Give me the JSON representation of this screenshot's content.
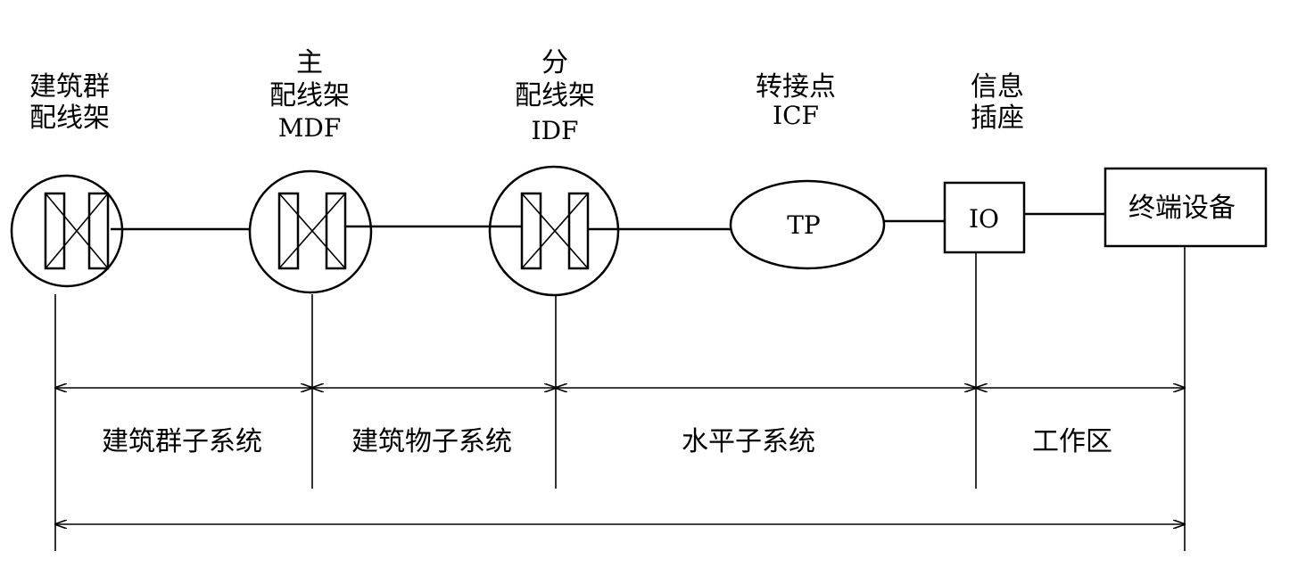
{
  "nodes": [
    {
      "id": "campus-df",
      "label_lines": [
        "建筑群",
        "配线架"
      ],
      "shape": "cross-connect-circle"
    },
    {
      "id": "mdf",
      "label_lines": [
        "主",
        "配线架",
        "MDF"
      ],
      "shape": "cross-connect-circle"
    },
    {
      "id": "idf",
      "label_lines": [
        "分",
        "配线架",
        "IDF"
      ],
      "shape": "cross-connect-circle"
    },
    {
      "id": "tp",
      "label_lines": [
        "转接点",
        "ICF"
      ],
      "shape": "ellipse",
      "inner_label": "TP"
    },
    {
      "id": "io",
      "label_lines": [
        "信息",
        "插座"
      ],
      "shape": "square",
      "inner_label": "IO"
    },
    {
      "id": "terminal",
      "label_lines": [],
      "shape": "rectangle",
      "inner_label": "终端设备"
    }
  ],
  "subsystems": [
    {
      "id": "campus",
      "label": "建筑群子系统"
    },
    {
      "id": "building",
      "label": "建筑物子系统"
    },
    {
      "id": "horizontal",
      "label": "水平子系统"
    },
    {
      "id": "work-area",
      "label": "工作区"
    }
  ],
  "colors": {
    "line": "#000000",
    "background": "#ffffff"
  }
}
